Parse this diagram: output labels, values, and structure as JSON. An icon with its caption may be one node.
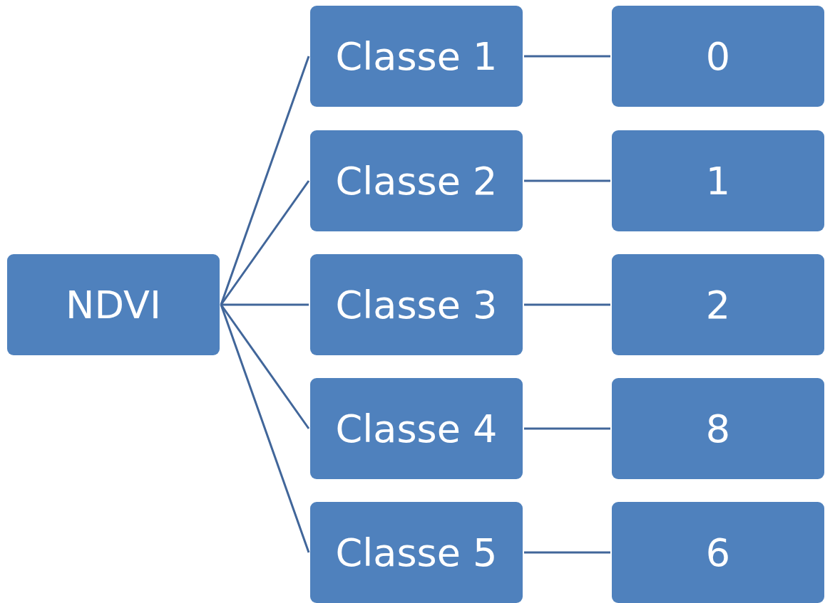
{
  "diagram": {
    "nodes": [
      {
        "text": [
          "NDVI"
        ]
      },
      {
        "text": [
          "Classe 1"
        ]
      },
      {
        "text": [
          "Classe 2"
        ]
      },
      {
        "text": [
          "Classe 3"
        ]
      },
      {
        "text": [
          "Classe 4"
        ]
      },
      {
        "text": [
          "Classe 5"
        ]
      },
      {
        "text": [
          "0"
        ]
      },
      {
        "text": [
          "1"
        ]
      },
      {
        "text": [
          "2"
        ]
      },
      {
        "text": [
          "8"
        ]
      },
      {
        "text": [
          "6"
        ]
      }
    ],
    "edges": [
      {
        "from": 0,
        "to": 1,
        "arrow": "none"
      },
      {
        "from": 0,
        "to": 2,
        "arrow": "none"
      },
      {
        "from": 0,
        "to": 3,
        "arrow": "none"
      },
      {
        "from": 0,
        "to": 4,
        "arrow": "none"
      },
      {
        "from": 0,
        "to": 5,
        "arrow": "none"
      },
      {
        "from": 1,
        "to": 6,
        "arrow": "none"
      },
      {
        "from": 2,
        "to": 7,
        "arrow": "none"
      },
      {
        "from": 3,
        "to": 8,
        "arrow": "none"
      },
      {
        "from": 4,
        "to": 9,
        "arrow": "none"
      },
      {
        "from": 5,
        "to": 10,
        "arrow": "none"
      }
    ]
  }
}
